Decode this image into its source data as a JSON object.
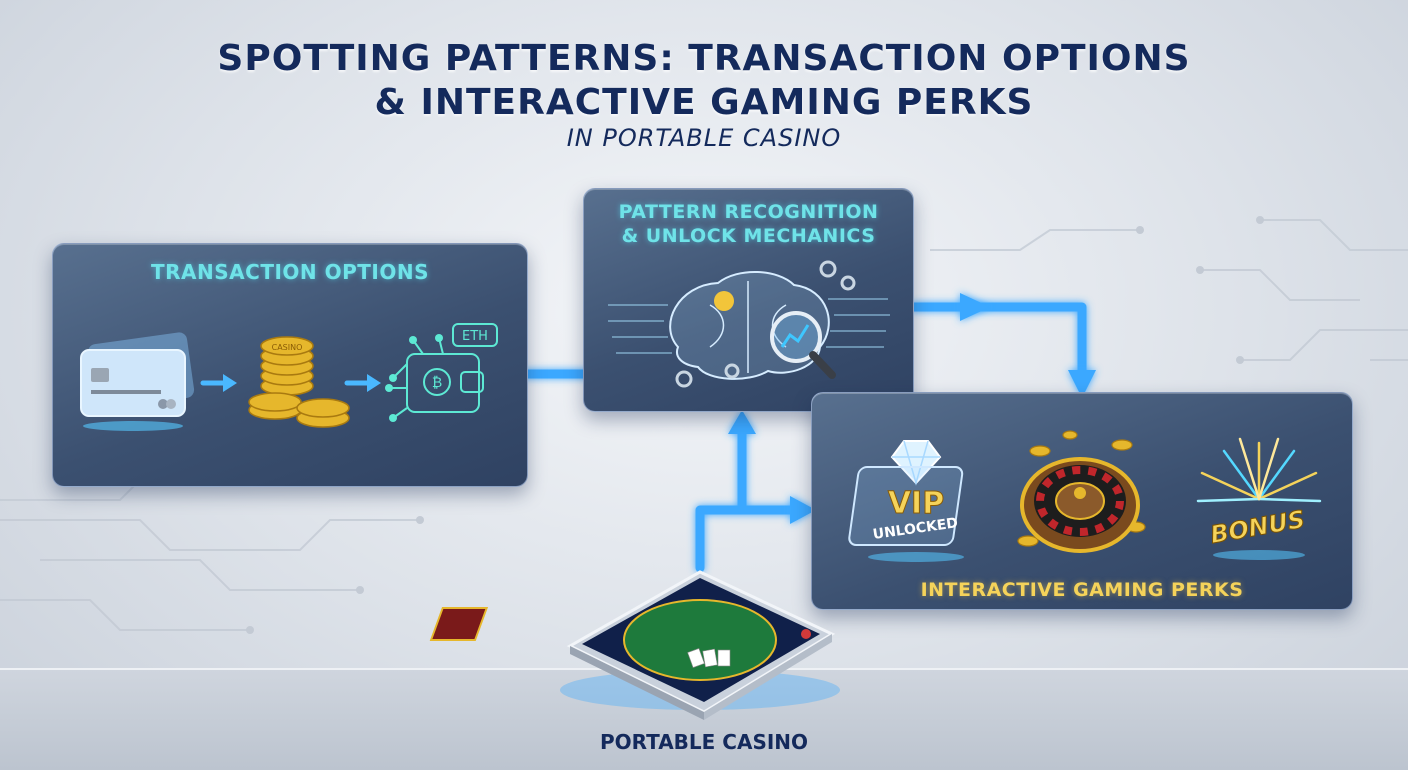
{
  "title": {
    "line1": "SPOTTING PATTERNS: TRANSACTION OPTIONS",
    "line2": "& INTERACTIVE GAMING PERKS",
    "subtitle": "IN PORTABLE CASINO"
  },
  "panels": {
    "transaction": {
      "title": "TRANSACTION OPTIONS",
      "icons": [
        "credit-card-icon",
        "casino-coins-icon",
        "crypto-wallet-icon"
      ],
      "coin_label": "CASINO",
      "crypto_label": "ETH"
    },
    "pattern": {
      "title_line1": "PATTERN RECOGNITION",
      "title_line2": "& UNLOCK MECHANICS",
      "icons": [
        "brain-circuit-icon",
        "magnifier-chart-icon",
        "gear-icon"
      ]
    },
    "perks": {
      "title": "INTERACTIVE GAMING PERKS",
      "vip_line1": "VIP",
      "vip_line2": "UNLOCKED",
      "bonus": "BONUS",
      "icons": [
        "vip-diamond-icon",
        "roulette-wheel-icon",
        "bonus-fireworks-icon"
      ]
    }
  },
  "device": {
    "label": "PORTABLE CASINO",
    "icon": "tablet-casino-icon"
  },
  "colors": {
    "title": "#142a5c",
    "panel_title_cyan": "#6fe3e8",
    "panel_title_gold": "#f5d35a",
    "arrow_glow": "#3aa8ff"
  }
}
